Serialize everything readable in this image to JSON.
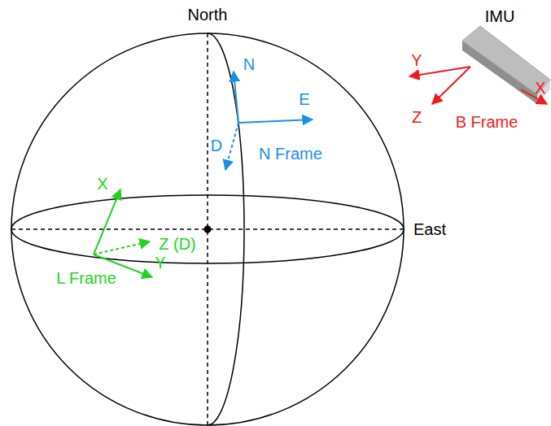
{
  "diagram": {
    "labels": [
      "North",
      "IMU",
      "Y",
      "X",
      "N",
      "E",
      "D",
      "N Frame",
      "Z",
      "B Frame",
      "X",
      "Z (D)",
      "East",
      "Y",
      "L Frame"
    ]
  }
}
